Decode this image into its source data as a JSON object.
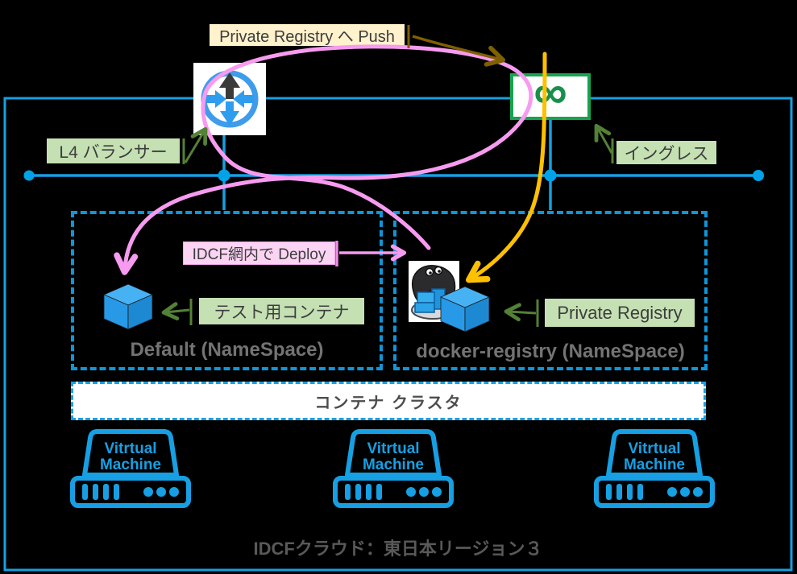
{
  "top": {
    "push_label": "Private Registry へ Push"
  },
  "network": {
    "l4_label": "L4 バランサー",
    "ingress_label": "イングレス"
  },
  "namespaces": {
    "default": {
      "caption": "Default (NameSpace)",
      "deploy_label": "IDCF網内で Deploy",
      "container_label": "テスト用コンテナ"
    },
    "docker_registry": {
      "caption": "docker-registry (NameSpace)",
      "registry_label": "Private Registry"
    }
  },
  "cluster": {
    "label": "コンテナ クラスタ"
  },
  "vm": {
    "line1": "Vitrtual",
    "line2": "Machine"
  },
  "icons": {
    "infinity_glyph": "∞",
    "load_balancer": "load-balancer",
    "docker_registry_oyster": "docker-registry-oyster",
    "container_cube": "container-cube",
    "virtual_machine": "virtual-machine"
  },
  "footer": {
    "region_label": "IDCFクラウド：東日本リージョン３"
  },
  "colors": {
    "blue": "#16a0e3",
    "dot_blue": "#00a2e8",
    "green_border": "#18a351",
    "pink": "#f79bf0",
    "orange": "#ffc000",
    "olive": "#7f6000",
    "arrow_green": "#538135",
    "label_green_bg": "#c5e0b3",
    "label_cream_bg": "#fff2cc",
    "label_pink_bg": "#fbd4f4",
    "caption_gray": "#737373"
  }
}
